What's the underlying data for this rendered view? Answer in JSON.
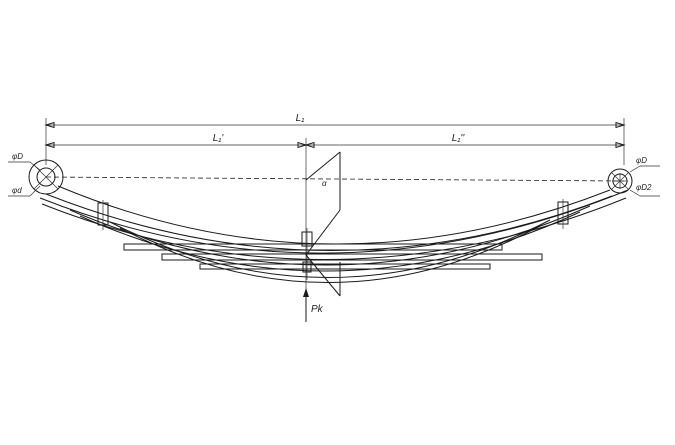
{
  "dimensions": {
    "overall": "L₁",
    "left": "L₁'",
    "right": "L₁''"
  },
  "eye_labels": {
    "left_top": "φD",
    "left_bottom": "φd",
    "right_top": "φD",
    "right_bottom": "φD2"
  },
  "load": {
    "label": "Pk"
  },
  "center_mark": "α"
}
